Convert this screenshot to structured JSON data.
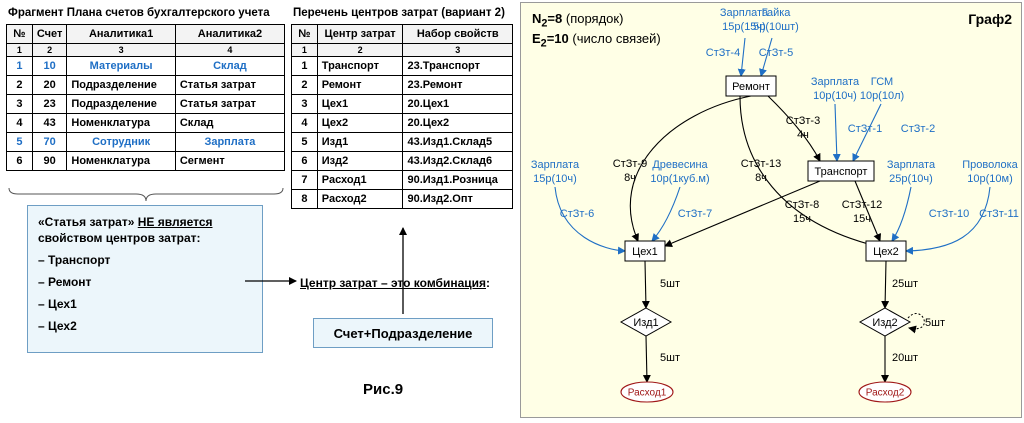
{
  "table1": {
    "title": "Фрагмент Плана счетов бухгалтерского учета",
    "headers": [
      "№",
      "Счет",
      "Аналитика1",
      "Аналитика2"
    ],
    "col_numbers": [
      "1",
      "2",
      "3",
      "4"
    ],
    "rows": [
      [
        "1",
        "10",
        "Материалы",
        "Склад"
      ],
      [
        "2",
        "20",
        "Подразделение",
        "Статья затрат"
      ],
      [
        "3",
        "23",
        "Подразделение",
        "Статья затрат"
      ],
      [
        "4",
        "43",
        "Номенклатура",
        "Склад"
      ],
      [
        "5",
        "70",
        "Сотрудник",
        "Зарплата"
      ],
      [
        "6",
        "90",
        "Номенклатура",
        "Сегмент"
      ]
    ],
    "highlight_color": "#1f6fc5"
  },
  "table2": {
    "title": "Перечень центров затрат (вариант 2)",
    "headers": [
      "№",
      "Центр затрат",
      "Набор свойств"
    ],
    "col_numbers": [
      "1",
      "2",
      "3"
    ],
    "rows": [
      [
        "1",
        "Транспорт",
        "23.Транспорт"
      ],
      [
        "2",
        "Ремонт",
        "23.Ремонт"
      ],
      [
        "3",
        "Цех1",
        "20.Цех1"
      ],
      [
        "4",
        "Цех2",
        "20.Цех2"
      ],
      [
        "5",
        "Изд1",
        "43.Изд1.Склад5"
      ],
      [
        "6",
        "Изд2",
        "43.Изд2.Склад6"
      ],
      [
        "7",
        "Расход1",
        "90.Изд1.Розница"
      ],
      [
        "8",
        "Расход2",
        "90.Изд2.Опт"
      ]
    ]
  },
  "note": {
    "line1_a": "«Статья затрат» ",
    "line1_b": "НЕ является",
    "line2": "свойством центров затрат:",
    "items": [
      "– Транспорт",
      "– Ремонт",
      "– Цех1",
      "– Цех2"
    ]
  },
  "combo": {
    "text": "Центр затрат – это комбинация",
    "suffix": ":"
  },
  "formula": "Счет+Подразделение",
  "figure_caption": "Рис.9",
  "graph": {
    "title": "Граф2",
    "order": {
      "prefix": "N",
      "sub": "2",
      "value": "=8",
      "desc": " (порядок)"
    },
    "edges_count": {
      "prefix": "E",
      "sub": "2",
      "value": "=10",
      "desc": " (число связей)"
    },
    "panel_bg": "#ffffe6",
    "panel_border": "#9a9a9a",
    "external_color": "#1f6fc5",
    "final_color": "#a01818",
    "nodes": {
      "remont": "Ремонт",
      "transport": "Транспорт",
      "ceh1": "Цех1",
      "ceh2": "Цех2",
      "izd1": "Изд1",
      "izd2": "Изд2",
      "rashod1": "Расход1",
      "rashod2": "Расход2"
    },
    "external_sources": {
      "s4": [
        "Зарплата",
        "15р(15ч)"
      ],
      "s5": [
        "Гайка",
        "5р(10шт)"
      ],
      "s1": [
        "Зарплата",
        "10р(10ч)"
      ],
      "s2": [
        "ГСМ",
        "10р(10л)"
      ],
      "s6": [
        "Зарплата",
        "15р(10ч)"
      ],
      "s7": [
        "Древесина",
        "10р(1куб.м)"
      ],
      "s10": [
        "Зарплата",
        "25р(10ч)"
      ],
      "s11": [
        "Проволока",
        "10р(10м)"
      ]
    },
    "edge_labels": {
      "e4": "СтЗт-4",
      "e5": "СтЗт-5",
      "e1": "СтЗт-1",
      "e2": "СтЗт-2",
      "e3": [
        "СтЗт-3",
        "4ч"
      ],
      "e9": [
        "СтЗт-9",
        "8ч"
      ],
      "e13": [
        "СтЗт-13",
        "8ч"
      ],
      "e8": [
        "СтЗт-8",
        "15ч"
      ],
      "e12": [
        "СтЗт-12",
        "15ч"
      ],
      "e6": "СтЗт-6",
      "e7": "СтЗт-7",
      "e10": "СтЗт-10",
      "e11": "СтЗт-11",
      "q_ceh1_izd1": "5шт",
      "q_izd1_rashod1": "5шт",
      "q_ceh2_izd2": "25шт",
      "q_izd2_loop": "5шт",
      "q_izd2_rashod2": "20шт"
    }
  }
}
